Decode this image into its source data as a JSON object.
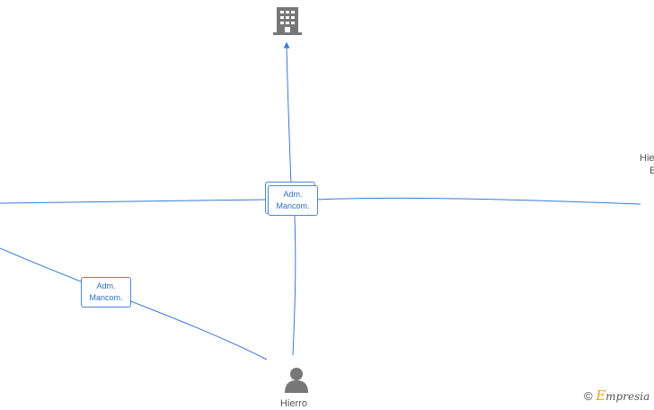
{
  "diagram": {
    "edges": [
      {
        "id": "top",
        "label_lines": [
          "Adm.",
          "Mancom."
        ]
      },
      {
        "id": "left",
        "label_lines": [
          "Adm.",
          "Mancom."
        ]
      }
    ],
    "nodes": {
      "bottom_person": {
        "label": "Hierro"
      },
      "right_partial": {
        "line1": "Hie",
        "line2": "E"
      }
    },
    "colors": {
      "edge": "#3a7bd5",
      "label_border": "#4a88d4",
      "label_text": "#2f6fbf",
      "icon": "#777777"
    },
    "icons": {
      "company": "building-icon",
      "person": "person-icon"
    }
  },
  "footer": {
    "copyright_symbol": "©",
    "brand_initial": "E",
    "brand_rest": "mpresia"
  }
}
